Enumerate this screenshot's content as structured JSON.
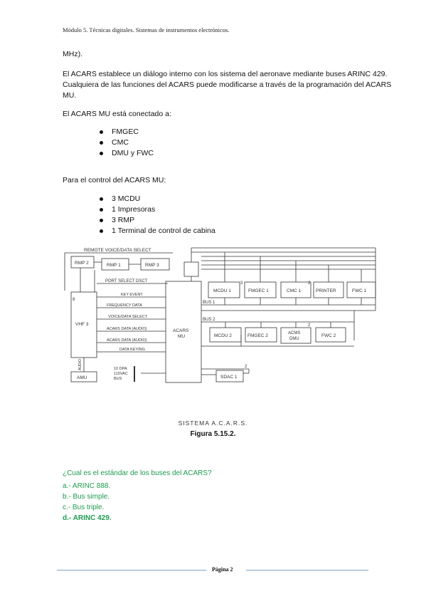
{
  "header": "Módulo 5. Técnicas digitales. Sistemas de instrumentos electrónicos.",
  "intro": "MHz).",
  "paragraph1": "El ACARS establece un diálogo interno con los sistema  del aeronave mediante buses ARINC 429. Cualquiera de las funciones del ACARS puede modificarse a través de la programación del ACARS MU.",
  "connected_title": "El ACARS  MU  está conectado a:",
  "connected_items": [
    "FMGEC",
    "CMC",
    "DMU y FWC"
  ],
  "control_title": "Para el control del ACARS MU:",
  "control_items": [
    "3 MCDU",
    "1 Impresoras",
    "3 RMP",
    "1 Terminal de control de cabina"
  ],
  "diagram": {
    "remote_select": "REMOTE VOICE/DATA SELECT",
    "rmp2": "RMP 2",
    "rmp1": "RMP 1",
    "rmp3": "RMP 3",
    "port_select": "PORT SELECT DSCT",
    "vhf3": "VHF 3",
    "amu": "AMU",
    "audio": "AUDIO",
    "key_event": "KEY EVENT",
    "frequency_data": "FREQUENCY DATA",
    "voice_data_select": "VOICE/DATA SELECT",
    "acars_data_audio": "ACARS DATA (AUDIO)",
    "acars_data_audio2": "ACARS DATA (AUDIO)",
    "data_keying": "DATA KEYING",
    "acars_mu": [
      "ACARS",
      "MU"
    ],
    "mcdu1": "MCDU 1",
    "fmgec1": "FMGEC 1",
    "cmc1": "CMC 1",
    "printer": "PRINTER",
    "fwc1": "FWC 1",
    "bus1": "BUS 1",
    "bus2": "BUS 2",
    "mcdu2": "MCDU 2",
    "fmgec2": "FMGEC 2",
    "acms_dmu": [
      "ACMS",
      "DMU"
    ],
    "fwc2": "FWC 2",
    "sdac1": "SDAC 1",
    "dpa": [
      "10 DPA",
      "115VAC",
      "BUS"
    ],
    "num3": "3",
    "num2a": "2",
    "num2b": "2",
    "num2c": "2",
    "num8": "8"
  },
  "system_caption": "SISTEMA  A.C.A.R.S.",
  "figure_caption": "Figura 5.15.2.",
  "question": {
    "text": "¿Cual es el estándar de los buses del ACARS?",
    "answers": [
      "a.- ARINC 888.",
      "b.- Bus simple.",
      "c.- Bus triple.",
      "d.- ARINC 429."
    ]
  },
  "footer": "Página 2"
}
